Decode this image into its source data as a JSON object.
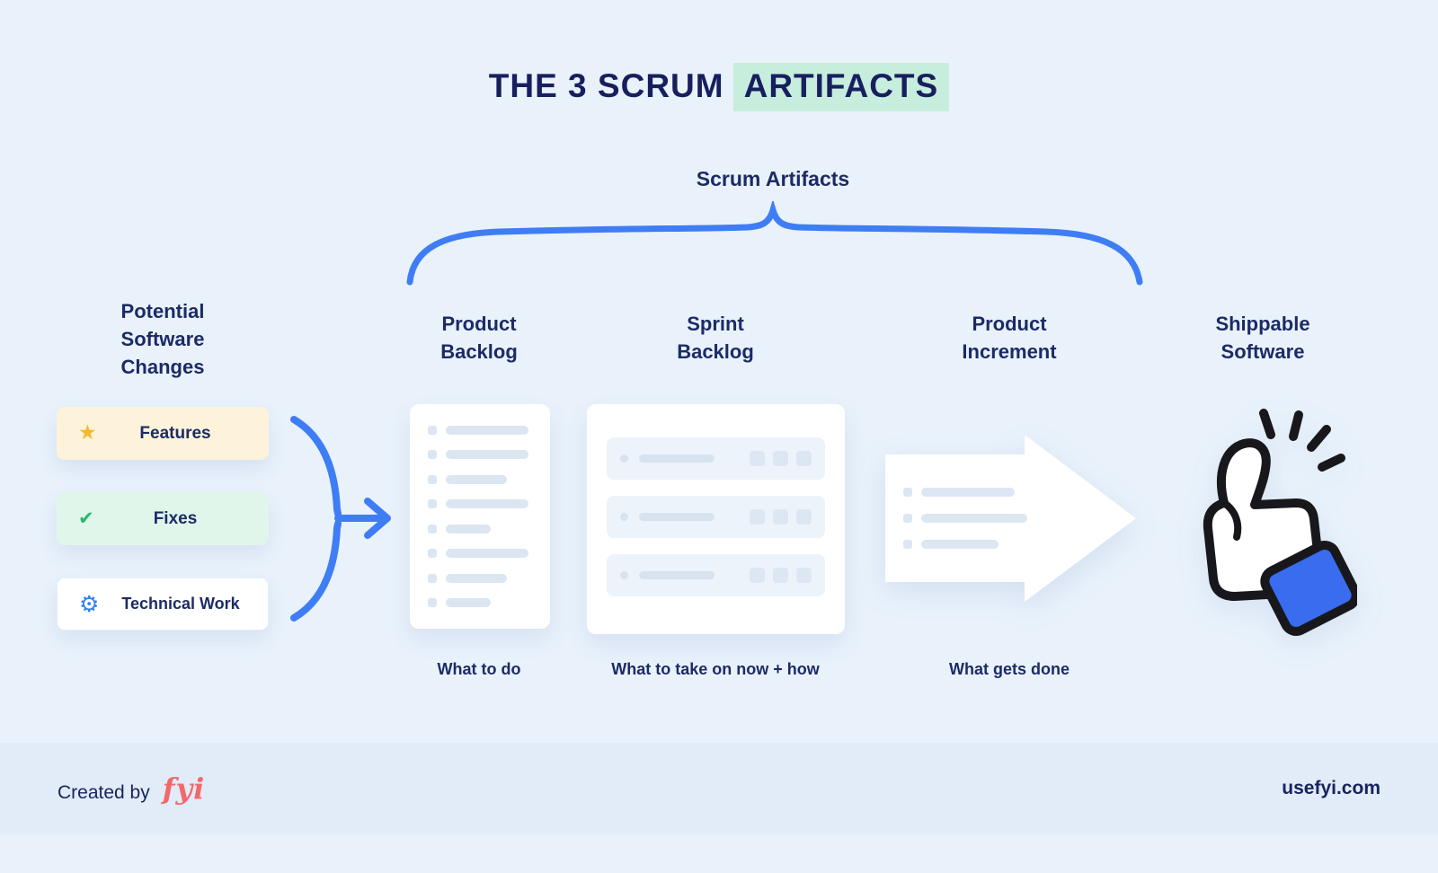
{
  "title": {
    "prefix": "THE 3 SCRUM",
    "highlight": "ARTIFACTS"
  },
  "brace": {
    "label": "Scrum Artifacts"
  },
  "potential": {
    "heading": "Potential\nSoftware\nChanges",
    "items": [
      {
        "label": "Features",
        "icon": "star-icon",
        "glyph": "★"
      },
      {
        "label": "Fixes",
        "icon": "check-icon",
        "glyph": "✔"
      },
      {
        "label": "Technical Work",
        "icon": "gear-icon",
        "glyph": "⚙"
      }
    ]
  },
  "columns": [
    {
      "heading": "Product\nBacklog",
      "caption": "What to do"
    },
    {
      "heading": "Sprint\nBacklog",
      "caption": "What to take on now + how"
    },
    {
      "heading": "Product\nIncrement",
      "caption": "What gets done"
    },
    {
      "heading": "Shippable\nSoftware",
      "caption": ""
    }
  ],
  "footer": {
    "created_by": "Created by",
    "logo": "fyi",
    "site": "usefyi.com"
  },
  "colors": {
    "background": "#e9f2fb",
    "navy": "#1c2b66",
    "accent_blue": "#3f7df5",
    "highlight_mint": "#c7eedd",
    "features_bg": "#fcf3da",
    "star_yellow": "#f5b832",
    "fixes_bg": "#e0f6eb",
    "check_green": "#2bb673",
    "gear_blue": "#2f80ed",
    "placeholder_gray": "#dbe6f2",
    "footer_bg": "#e1ecf8",
    "logo_coral": "#f2696b",
    "cuff_blue": "#3a6cf0"
  }
}
